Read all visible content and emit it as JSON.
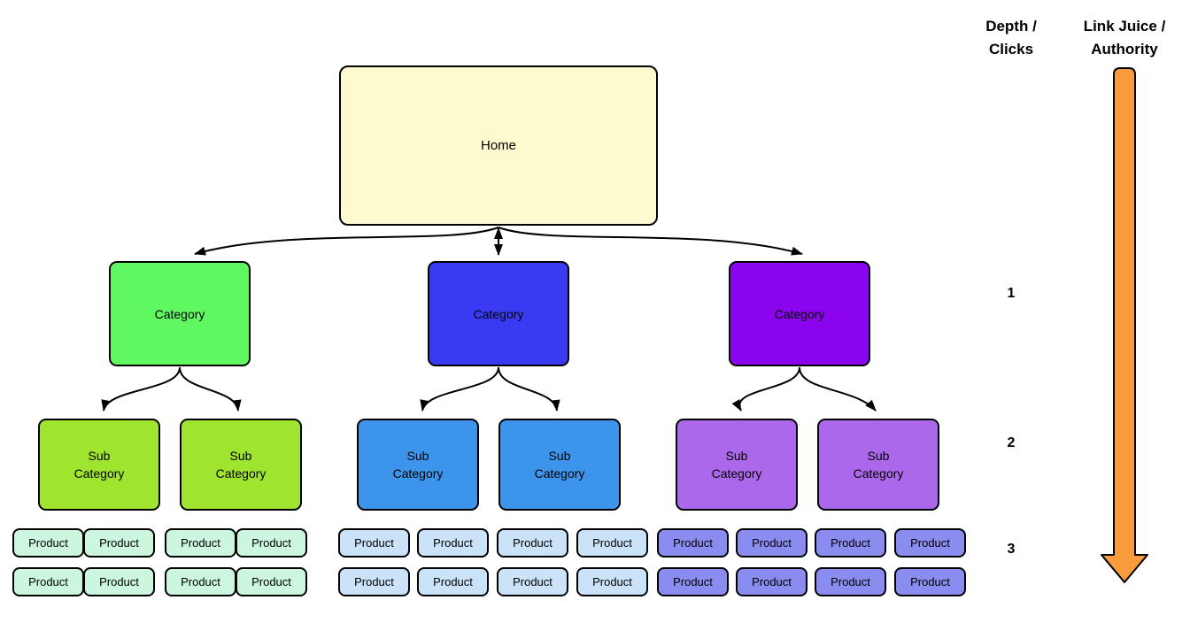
{
  "header": {
    "depth": "Depth /\nClicks",
    "link_juice": "Link Juice /\nAuthority"
  },
  "depth_markers": {
    "level1": "1",
    "level2": "2",
    "level3": "3"
  },
  "nodes": {
    "home": {
      "label": "Home",
      "color": "#FCFACE"
    },
    "categories": [
      {
        "label": "Category",
        "color": "#60F860"
      },
      {
        "label": "Category",
        "color": "#3A3AF2"
      },
      {
        "label": "Category",
        "color": "#8A05EE"
      }
    ],
    "subcategories": [
      {
        "label": "Sub\nCategory",
        "color": "#9FE52F"
      },
      {
        "label": "Sub\nCategory",
        "color": "#9FE52F"
      },
      {
        "label": "Sub\nCategory",
        "color": "#3D95EB"
      },
      {
        "label": "Sub\nCategory",
        "color": "#3D95EB"
      },
      {
        "label": "Sub\nCategory",
        "color": "#AC68EA"
      },
      {
        "label": "Sub\nCategory",
        "color": "#AC68EA"
      }
    ]
  },
  "products": {
    "label": "Product",
    "groups": [
      {
        "name": "category-1-products",
        "color": "#CCF6DD",
        "count": 8
      },
      {
        "name": "category-2-products",
        "color": "#CAE3F9",
        "count": 8
      },
      {
        "name": "category-3-products",
        "color": "#8B8CF0",
        "count": 8
      }
    ]
  },
  "colors": {
    "link_juice_arrow": "#F79B3D",
    "connector": "#000000",
    "background": "#FFFFFF"
  }
}
